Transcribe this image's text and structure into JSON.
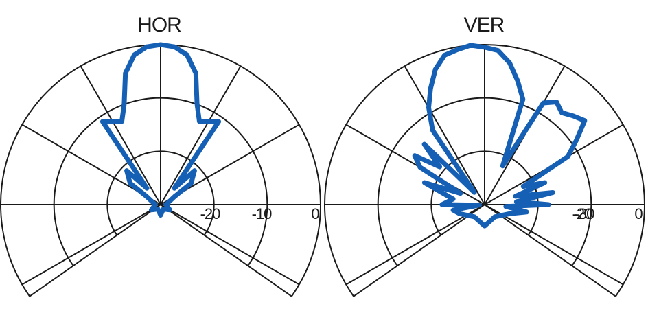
{
  "colors": {
    "trace": "#1560b4",
    "grid": "#1a1a1a",
    "background": "#ffffff"
  },
  "chart_data": [
    {
      "type": "polar-line",
      "title": "HOR",
      "radial_axis": {
        "unit": "dB",
        "range": [
          -30,
          0
        ],
        "ticks": [
          -30,
          -20,
          -10,
          0
        ],
        "tick_labels": [
          "-20",
          "-10",
          "0"
        ]
      },
      "angular_axis": {
        "range_deg": [
          -125,
          125
        ],
        "spoke_step_deg": 30
      },
      "grid": true,
      "series": [
        {
          "angle_deg": [
            -180,
            -150,
            -120,
            -90,
            -60,
            -55,
            -45,
            -40,
            -35,
            -30,
            -25,
            -20,
            -15,
            -10,
            -5,
            0,
            5,
            10,
            15,
            20,
            25,
            30,
            35,
            40,
            45,
            55,
            60,
            90,
            120,
            150,
            180
          ],
          "db": [
            -28,
            -29,
            -28,
            -29,
            -27,
            -23,
            -21,
            -26,
            -11,
            -12,
            -12.8,
            -10,
            -4.5,
            -1.5,
            -0.3,
            0,
            -0.3,
            -1.5,
            -4.5,
            -10,
            -12.8,
            -12,
            -11,
            -26,
            -21,
            -23,
            -27,
            -29,
            -28,
            -29,
            -28
          ]
        }
      ]
    },
    {
      "type": "polar-line",
      "title": "VER",
      "radial_axis": {
        "unit": "dB",
        "range": [
          -30,
          0
        ],
        "ticks": [
          -30,
          -20,
          -10,
          0
        ],
        "tick_labels": [
          "-20",
          "-30",
          "0"
        ]
      },
      "angular_axis": {
        "range_deg": [
          -125,
          125
        ],
        "spoke_step_deg": 30
      },
      "grid": true,
      "series": [
        {
          "angle_deg": [
            -180,
            -140,
            -110,
            -100,
            -95,
            -90,
            -80,
            -70,
            -65,
            -60,
            -55,
            -50,
            -45,
            -40,
            -35,
            -30,
            -25,
            -20,
            -15,
            -10,
            -5,
            0,
            5,
            10,
            15,
            20,
            25,
            30,
            35,
            40,
            45,
            50,
            55,
            60,
            65,
            70,
            75,
            80,
            85,
            90,
            95,
            100,
            110,
            140,
            180
          ],
          "db": [
            -26,
            -27,
            -25,
            -24,
            -29,
            -22,
            -24,
            -18,
            -25,
            -16,
            -14,
            -19,
            -14,
            -27,
            -13,
            -9,
            -6,
            -3,
            -1,
            -0.5,
            0,
            -0.5,
            -1,
            -3,
            -6,
            -9,
            -22,
            -8,
            -6.5,
            -7.5,
            -6.5,
            -5.5,
            -9,
            -12,
            -22,
            -18,
            -24,
            -17,
            -24,
            -18,
            -26,
            -22,
            -25,
            -27,
            -26
          ]
        }
      ]
    }
  ]
}
